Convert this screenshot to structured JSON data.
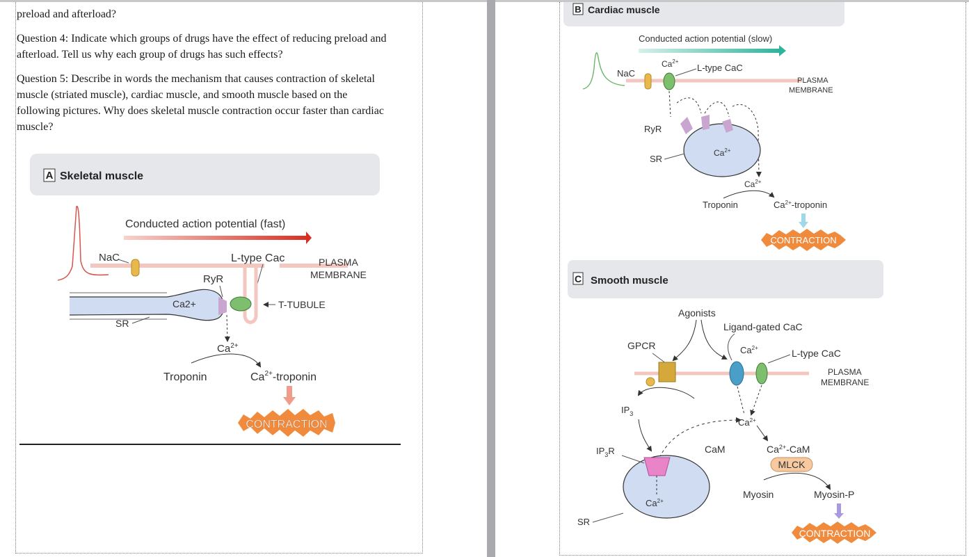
{
  "document": {
    "line_top": "preload and afterload?",
    "q4_line1": "Question 4: Indicate which groups of drugs have the effect of reducing preload and",
    "q4_line2": "afterload. Tell us why each group of drugs has such effects?",
    "q5_line1": "Question 5: Describe in words the mechanism that causes contraction of skeletal",
    "q5_line2": "muscle (striated muscle), cardiac muscle, and smooth muscle based on the",
    "q5_line3": "following pictures. Why does skeletal muscle contraction occur faster than cardiac",
    "q5_line4": "muscle?"
  },
  "figA": {
    "letter": "A",
    "title": "Skeletal muscle",
    "ap": "Conducted action potential (fast)",
    "nac": "NaC",
    "ltype": "L-type Cac",
    "ryr": "RyR",
    "plasma1": "PLASMA",
    "plasma2": "MEMBRANE",
    "ca": "Ca2+",
    "ttubule": "T-TUBULE",
    "sr": "SR",
    "ca2": "Ca",
    "ca2sup": "2+",
    "troponin": "Troponin",
    "catrop": "Ca",
    "catropsup": "2+",
    "catroprest": "-troponin",
    "contraction": "CONTRACTION"
  },
  "figB": {
    "letter": "B",
    "title": "Cardiac muscle",
    "ap": "Conducted action potential (slow)",
    "nac": "NaC",
    "ca": "Ca",
    "casup": "2+",
    "ltype": "L-type CaC",
    "plasma1": "PLASMA",
    "plasma2": "MEMBRANE",
    "ryr": "RyR",
    "sr": "SR",
    "srca": "Ca",
    "srcasup": "2+",
    "ca2": "Ca",
    "ca2sup": "2+",
    "troponin": "Troponin",
    "catrop": "Ca",
    "catropsup": "2+",
    "catroprest": "-troponin",
    "contraction": "CONTRACTION"
  },
  "figC": {
    "letter": "C",
    "title": "Smooth muscle",
    "agonists": "Agonists",
    "ligand": "Ligand-gated CaC",
    "gpcr": "GPCR",
    "ca": "Ca",
    "casup": "2+",
    "ltype": "L-type CaC",
    "plasma1": "PLASMA",
    "plasma2": "MEMBRANE",
    "ip3": "IP",
    "ip3sub": "3",
    "ip3r": "IP",
    "ip3rsub": "3",
    "ip3rrest": "R",
    "ca2": "Ca",
    "ca2sup": "2+",
    "cam": "CaM",
    "cacam": "Ca",
    "cacamsup": "2+",
    "cacamrest": "-CaM",
    "mlck": "MLCK",
    "myosin": "Myosin",
    "myosinp": "Myosin-P",
    "srca": "Ca",
    "srcasup": "2+",
    "sr": "SR",
    "contraction": "CONTRACTION"
  },
  "colors": {
    "panel_bg": "#e6e7ea",
    "sr_fill": "#cfdcf2",
    "membrane": "#f3c7bf",
    "nac_yellow": "#e8b84a",
    "ltype_green": "#7dbf6e",
    "ryr_purple": "#c9a6cf",
    "contraction_orange": "#f08b3d",
    "ap_red": "#d9534f",
    "ap_green": "#6ab66a",
    "arrow_teal": "#3cb7a0",
    "mlck_fill": "#f6c9a0",
    "ligand_blue": "#4a9fc9",
    "gpcr_gold": "#d4a83a",
    "ip3r_pink": "#e984c8"
  }
}
